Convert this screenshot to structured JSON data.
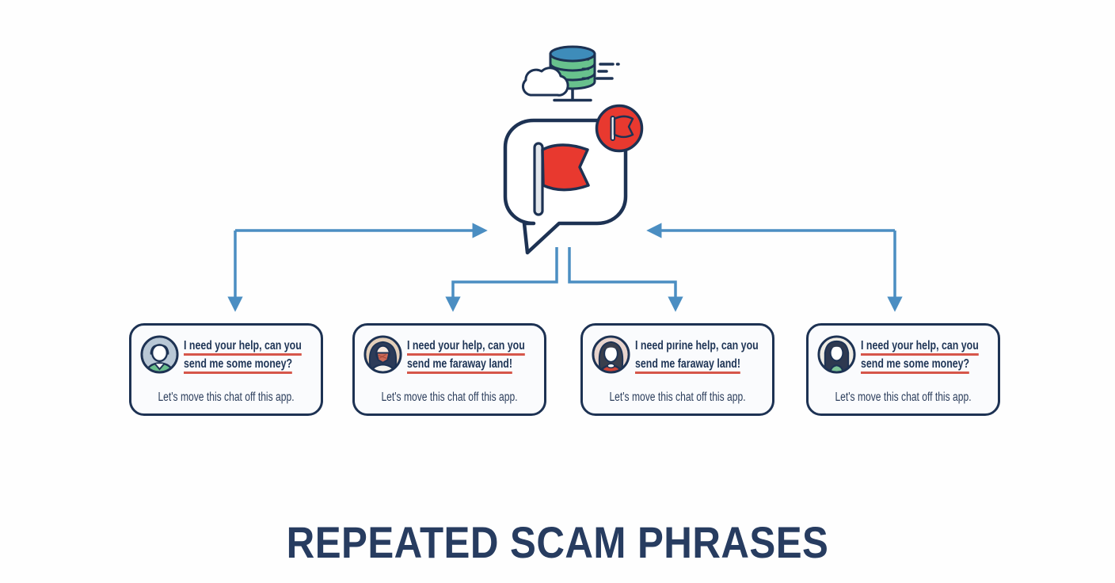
{
  "title": "REPEATED SCAM PHRASES",
  "colors": {
    "navy_outline": "#1d3253",
    "title_navy": "#273c60",
    "flag_red": "#e8392f",
    "underline_red": "#d6564a",
    "arrow_blue": "#4b8ec2",
    "database_green": "#68c18d",
    "database_blue": "#3e8cba",
    "card_background": "#fafbfd"
  },
  "icons": {
    "top": "cloud-database-with-speed-lines",
    "center": "speech-bubble-with-red-flag",
    "badge": "red-flag-alert-badge"
  },
  "cards": [
    {
      "avatar": "man-short-dark-hair-green-shirt",
      "line1": "I need your help, can you",
      "line1_underlined": true,
      "line2": "send me some money?",
      "line2_underlined": true,
      "footer": "Let's move this chat off this app."
    },
    {
      "avatar": "woman-dark-hair-face-mask",
      "line1": "I need your help, can you",
      "line1_underlined": true,
      "line2": "send me faraway land!",
      "line2_underlined": true,
      "footer": "Let's move this chat off this app."
    },
    {
      "avatar": "woman-dark-hair-red-top",
      "line1": "I need pırine help, can you",
      "line1_underlined": false,
      "line2": "send me faraway land!",
      "line2_underlined": true,
      "footer": "Let's move this chat off this app."
    },
    {
      "avatar": "woman-long-dark-hair-green-top",
      "line1": "I need your help, can you",
      "line1_underlined": true,
      "line2": "send me some money?",
      "line2_underlined": true,
      "footer": "Let's move this chat off this app."
    }
  ]
}
